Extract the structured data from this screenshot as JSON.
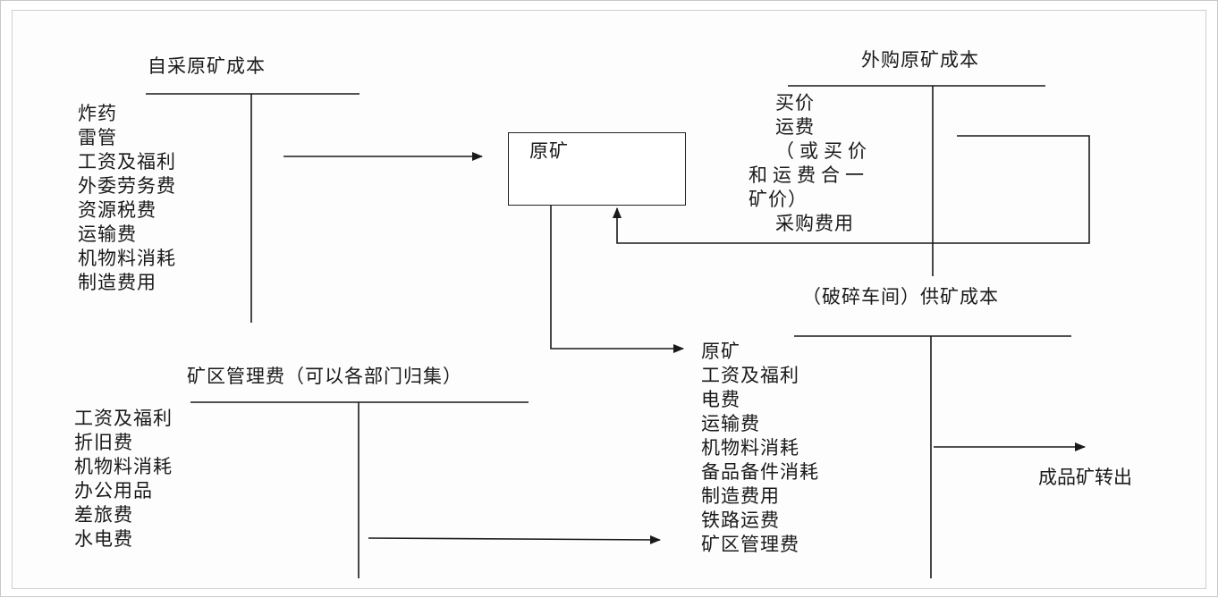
{
  "self_mined": {
    "title": "自采原矿成本",
    "items": [
      "炸药",
      "雷管",
      "工资及福利",
      "外委劳务费",
      "资源税费",
      "运输费",
      "机物料消耗",
      "制造费用"
    ]
  },
  "ore_box": {
    "label": "原矿"
  },
  "purchased": {
    "title": "外购原矿成本",
    "items": [
      "买价",
      "运费",
      "（或买价",
      "和运费合一",
      "矿价）",
      "采购费用"
    ]
  },
  "crushing": {
    "title": "（破碎车间）供矿成本",
    "items": [
      "原矿",
      "工资及福利",
      "电费",
      "运输费",
      "机物料消耗",
      "备品备件消耗",
      "制造费用",
      "铁路运费",
      "矿区管理费"
    ]
  },
  "mine_mgmt": {
    "title": "矿区管理费（可以各部门归集）",
    "items": [
      "工资及福利",
      "折旧费",
      "机物料消耗",
      "办公用品",
      "差旅费",
      "水电费"
    ]
  },
  "output": {
    "label": "成品矿转出"
  }
}
